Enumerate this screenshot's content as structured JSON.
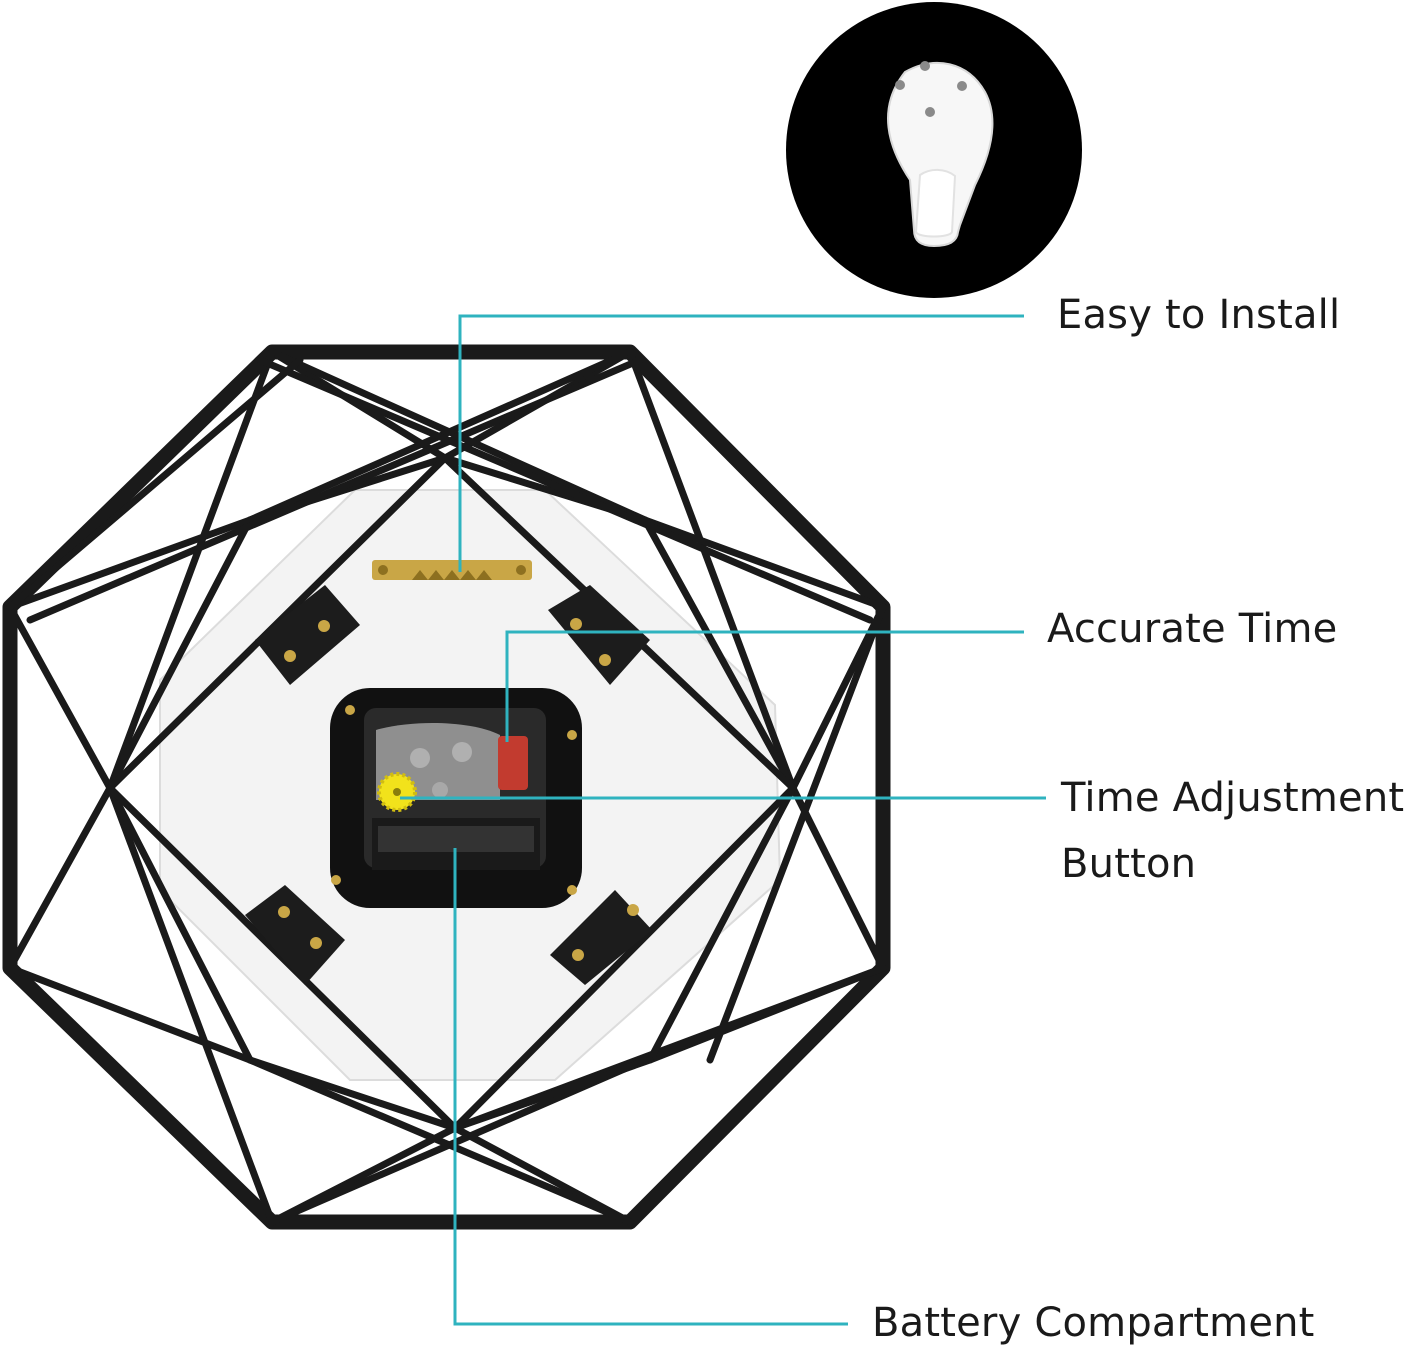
{
  "callouts": {
    "easy_to_install": "Easy to Install",
    "accurate_time": "Accurate Time",
    "time_adjustment_line1": "Time Adjustment",
    "time_adjustment_line2": "Button",
    "battery_compartment": "Battery Compartment"
  },
  "colors": {
    "leader_line": "#2fb3bf",
    "frame": "#1a1a1a",
    "backing": "#f4f4f4",
    "hanger_brass": "#c9a646",
    "gear_yellow": "#f2e21b",
    "battery_red": "#c23b2f",
    "hook_disc": "#000000",
    "hook_plastic": "#fafafa"
  },
  "icons": {
    "wall_hook": "wall-hook-icon",
    "clock_back": "clock-back-image"
  }
}
